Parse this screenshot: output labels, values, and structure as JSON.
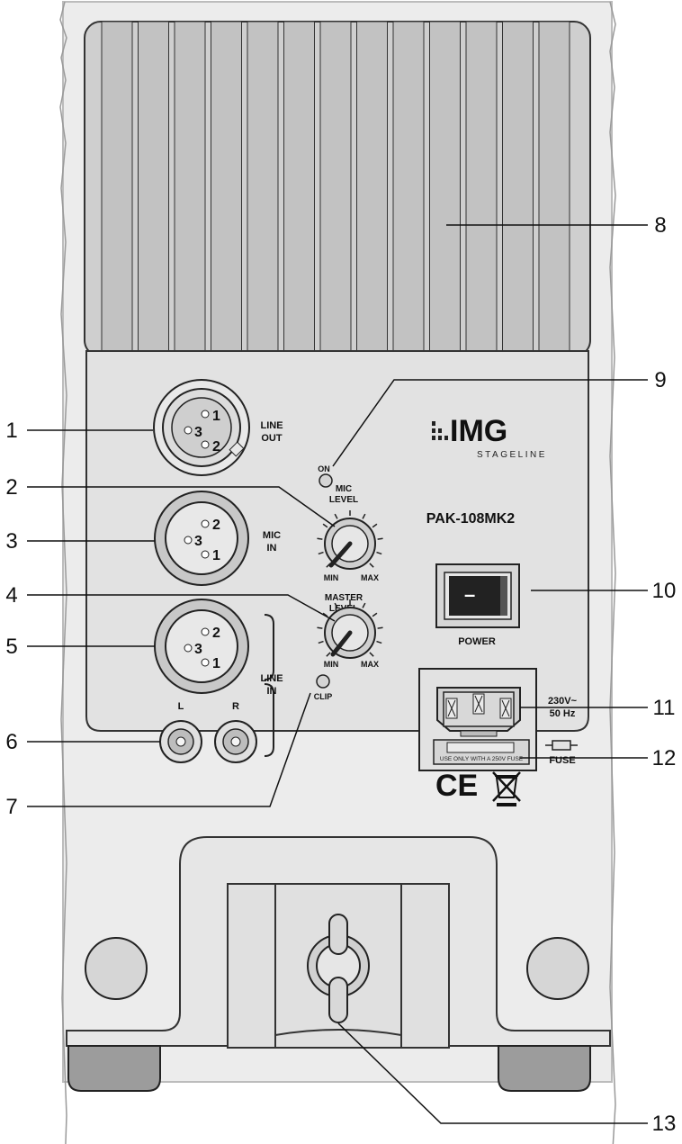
{
  "callouts": [
    "1",
    "2",
    "3",
    "4",
    "5",
    "6",
    "7",
    "8",
    "9",
    "10",
    "11",
    "12",
    "13"
  ],
  "panel": {
    "line_out": [
      "LINE",
      "OUT"
    ],
    "mic_in": [
      "MIC",
      "IN"
    ],
    "line_in": [
      "LINE",
      "IN"
    ],
    "rca_left": "L",
    "rca_right": "R",
    "on_led": "ON",
    "clip_led": "CLIP",
    "mic_level": [
      "MIC",
      "LEVEL"
    ],
    "master_level": [
      "MASTER",
      "LEVEL"
    ],
    "knob_min": "MIN",
    "knob_max": "MAX",
    "pins_line_out": [
      "1",
      "3",
      "2"
    ],
    "pins_mic_in": [
      "2",
      "3",
      "1"
    ],
    "pins_line_in": [
      "2",
      "3",
      "1"
    ]
  },
  "brand": {
    "logo": "IMG",
    "sub": "STAGELINE"
  },
  "model": "PAK-108MK2",
  "power_switch": {
    "symbol": "–",
    "label": "POWER"
  },
  "mains": {
    "voltage": "230V~",
    "frequency": "50 Hz",
    "fuse_note": "USE ONLY WITH A 250V FUSE",
    "fuse_label": "FUSE"
  },
  "marks": {
    "ce": "CE"
  }
}
